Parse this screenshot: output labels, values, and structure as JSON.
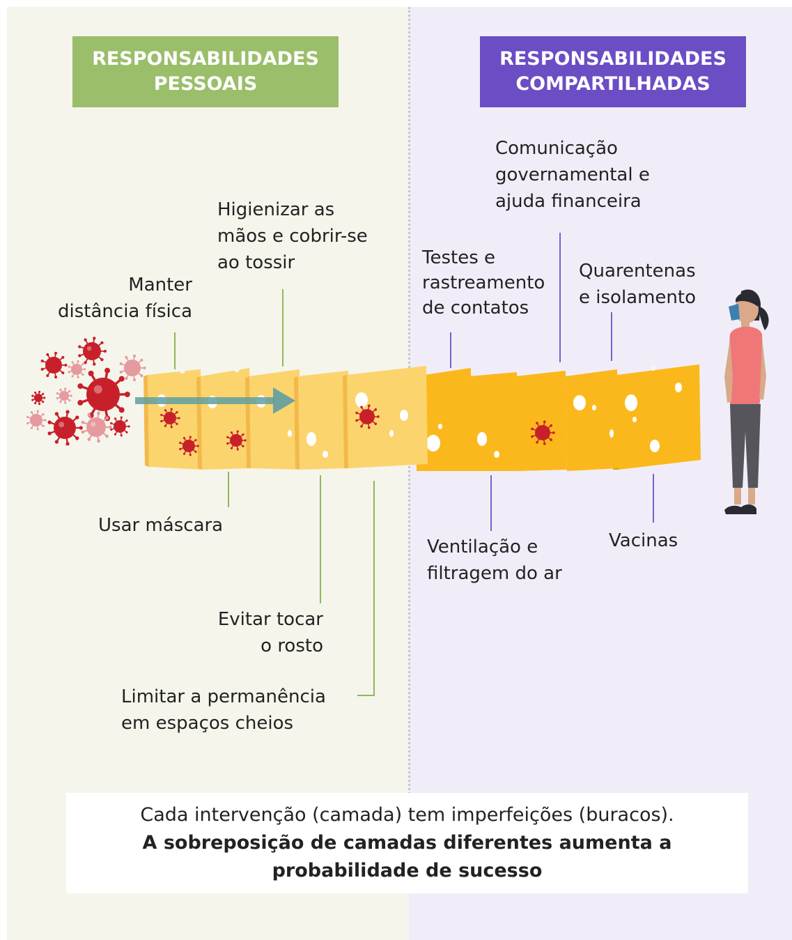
{
  "headers": {
    "personal": [
      "RESPONSABILIDADES",
      "PESSOAIS"
    ],
    "shared": [
      "RESPONSABILIDADES",
      "COMPARTILHADAS"
    ]
  },
  "labels": {
    "distancia": [
      "Manter",
      "distância física"
    ],
    "maos": [
      "Higienizar as",
      "mãos e cobrir-se",
      "ao tossir"
    ],
    "testes": [
      "Testes e",
      "rastreamento",
      "de contatos"
    ],
    "comunicacao": [
      "Comunicação",
      "governamental e",
      "ajuda financeira"
    ],
    "quarentenas": [
      "Quarentenas",
      "e isolamento"
    ],
    "mascara": [
      "Usar máscara"
    ],
    "rosto": [
      "Evitar tocar",
      "o rosto"
    ],
    "permanencia": [
      "Limitar a permanência",
      "em espaços cheios"
    ],
    "ventilacao": [
      "Ventilação e",
      "filtragem do ar"
    ],
    "vacinas": [
      "Vacinas"
    ]
  },
  "footer": {
    "line1": "Cada intervenção (camada) tem imperfeições (buracos).",
    "line2": "A sobreposição de camadas diferentes aumenta a",
    "line3": "probabilidade de sucesso"
  },
  "colors": {
    "personal_green": "#9abe6a",
    "shared_purple": "#6b4dc4",
    "personal_layer": "#fcd46d",
    "shared_layer": "#fbb81c",
    "virus": "#c8202a",
    "arrow": "#5f9fa0"
  }
}
